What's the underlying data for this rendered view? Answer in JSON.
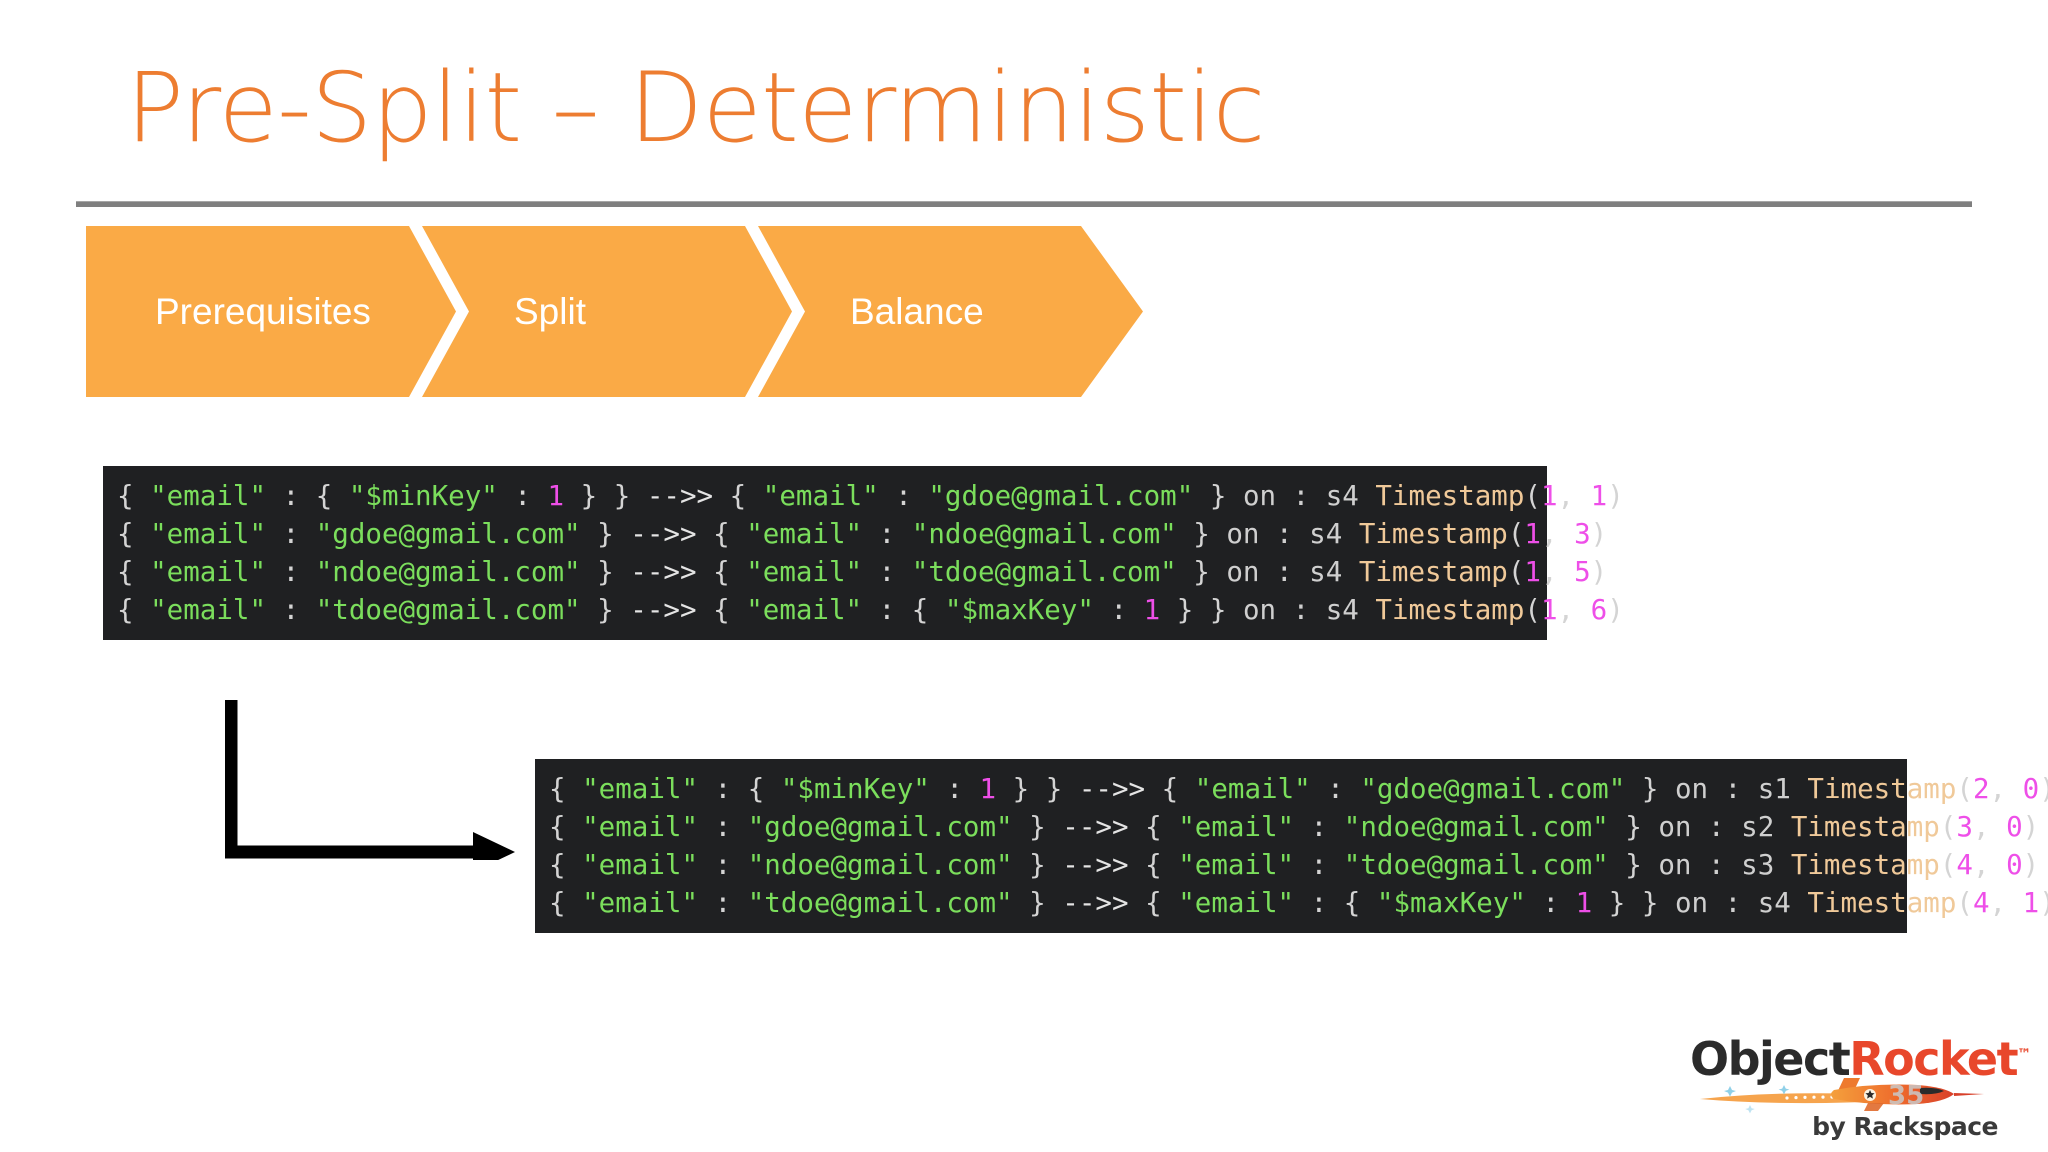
{
  "slide": {
    "title": "Pre-Split – Deterministic",
    "background_color": "#ffffff",
    "title_color": "#ED7D31",
    "rule_color": "#7F7F7F"
  },
  "process_banner": {
    "fill_color": "#FAAA46",
    "label_color": "#ffffff",
    "steps": [
      {
        "label": "Prerequisites"
      },
      {
        "label": "Split"
      },
      {
        "label": "Balance"
      }
    ]
  },
  "code_blocks": [
    {
      "name": "chunk-ranges-before-balance",
      "background": "#1F2022",
      "lines": [
        {
          "segments": [
            {
              "t": "{ ",
              "c": "punc"
            },
            {
              "t": "\"email\"",
              "c": "str"
            },
            {
              "t": " : { ",
              "c": "punc"
            },
            {
              "t": "\"$minKey\"",
              "c": "str"
            },
            {
              "t": " : ",
              "c": "punc"
            },
            {
              "t": "1",
              "c": "num"
            },
            {
              "t": " } } ",
              "c": "punc"
            },
            {
              "t": "-->> ",
              "c": "arrow"
            },
            {
              "t": "{ ",
              "c": "punc"
            },
            {
              "t": "\"email\"",
              "c": "str"
            },
            {
              "t": " : ",
              "c": "punc"
            },
            {
              "t": "\"gdoe@gmail.com\"",
              "c": "str"
            },
            {
              "t": " } ",
              "c": "punc"
            },
            {
              "t": "on : s4 ",
              "c": "plain"
            },
            {
              "t": "Timestamp",
              "c": "fn"
            },
            {
              "t": "(",
              "c": "punc"
            },
            {
              "t": "1",
              "c": "num"
            },
            {
              "t": ", ",
              "c": "punc"
            },
            {
              "t": "1",
              "c": "num"
            },
            {
              "t": ")",
              "c": "punc"
            }
          ]
        },
        {
          "segments": [
            {
              "t": "{ ",
              "c": "punc"
            },
            {
              "t": "\"email\"",
              "c": "str"
            },
            {
              "t": " : ",
              "c": "punc"
            },
            {
              "t": "\"gdoe@gmail.com\"",
              "c": "str"
            },
            {
              "t": " } ",
              "c": "punc"
            },
            {
              "t": "-->> ",
              "c": "arrow"
            },
            {
              "t": "{ ",
              "c": "punc"
            },
            {
              "t": "\"email\"",
              "c": "str"
            },
            {
              "t": " : ",
              "c": "punc"
            },
            {
              "t": "\"ndoe@gmail.com\"",
              "c": "str"
            },
            {
              "t": " } ",
              "c": "punc"
            },
            {
              "t": "on : s4 ",
              "c": "plain"
            },
            {
              "t": "Timestamp",
              "c": "fn"
            },
            {
              "t": "(",
              "c": "punc"
            },
            {
              "t": "1",
              "c": "num"
            },
            {
              "t": ", ",
              "c": "punc"
            },
            {
              "t": "3",
              "c": "num"
            },
            {
              "t": ")",
              "c": "punc"
            }
          ]
        },
        {
          "segments": [
            {
              "t": "{ ",
              "c": "punc"
            },
            {
              "t": "\"email\"",
              "c": "str"
            },
            {
              "t": " : ",
              "c": "punc"
            },
            {
              "t": "\"ndoe@gmail.com\"",
              "c": "str"
            },
            {
              "t": " } ",
              "c": "punc"
            },
            {
              "t": "-->> ",
              "c": "arrow"
            },
            {
              "t": "{ ",
              "c": "punc"
            },
            {
              "t": "\"email\"",
              "c": "str"
            },
            {
              "t": " : ",
              "c": "punc"
            },
            {
              "t": "\"tdoe@gmail.com\"",
              "c": "str"
            },
            {
              "t": " } ",
              "c": "punc"
            },
            {
              "t": "on : s4 ",
              "c": "plain"
            },
            {
              "t": "Timestamp",
              "c": "fn"
            },
            {
              "t": "(",
              "c": "punc"
            },
            {
              "t": "1",
              "c": "num"
            },
            {
              "t": ", ",
              "c": "punc"
            },
            {
              "t": "5",
              "c": "num"
            },
            {
              "t": ")",
              "c": "punc"
            }
          ]
        },
        {
          "segments": [
            {
              "t": "{ ",
              "c": "punc"
            },
            {
              "t": "\"email\"",
              "c": "str"
            },
            {
              "t": " : ",
              "c": "punc"
            },
            {
              "t": "\"tdoe@gmail.com\"",
              "c": "str"
            },
            {
              "t": " } ",
              "c": "punc"
            },
            {
              "t": "-->> ",
              "c": "arrow"
            },
            {
              "t": "{ ",
              "c": "punc"
            },
            {
              "t": "\"email\"",
              "c": "str"
            },
            {
              "t": " : { ",
              "c": "punc"
            },
            {
              "t": "\"$maxKey\"",
              "c": "str"
            },
            {
              "t": " : ",
              "c": "punc"
            },
            {
              "t": "1",
              "c": "num"
            },
            {
              "t": " } } ",
              "c": "punc"
            },
            {
              "t": "on : s4 ",
              "c": "plain"
            },
            {
              "t": "Timestamp",
              "c": "fn"
            },
            {
              "t": "(",
              "c": "punc"
            },
            {
              "t": "1",
              "c": "num"
            },
            {
              "t": ", ",
              "c": "punc"
            },
            {
              "t": "6",
              "c": "num"
            },
            {
              "t": ")",
              "c": "punc"
            }
          ]
        }
      ]
    },
    {
      "name": "chunk-ranges-after-balance",
      "background": "#1F2022",
      "lines": [
        {
          "segments": [
            {
              "t": "{ ",
              "c": "punc"
            },
            {
              "t": "\"email\"",
              "c": "str"
            },
            {
              "t": " : { ",
              "c": "punc"
            },
            {
              "t": "\"$minKey\"",
              "c": "str"
            },
            {
              "t": " : ",
              "c": "punc"
            },
            {
              "t": "1",
              "c": "num"
            },
            {
              "t": " } } ",
              "c": "punc"
            },
            {
              "t": "-->> ",
              "c": "arrow"
            },
            {
              "t": "{ ",
              "c": "punc"
            },
            {
              "t": "\"email\"",
              "c": "str"
            },
            {
              "t": " : ",
              "c": "punc"
            },
            {
              "t": "\"gdoe@gmail.com\"",
              "c": "str"
            },
            {
              "t": " } ",
              "c": "punc"
            },
            {
              "t": "on : s1 ",
              "c": "plain"
            },
            {
              "t": "Timestamp",
              "c": "fn"
            },
            {
              "t": "(",
              "c": "punc"
            },
            {
              "t": "2",
              "c": "num"
            },
            {
              "t": ", ",
              "c": "punc"
            },
            {
              "t": "0",
              "c": "num"
            },
            {
              "t": ")",
              "c": "punc"
            }
          ]
        },
        {
          "segments": [
            {
              "t": "{ ",
              "c": "punc"
            },
            {
              "t": "\"email\"",
              "c": "str"
            },
            {
              "t": " : ",
              "c": "punc"
            },
            {
              "t": "\"gdoe@gmail.com\"",
              "c": "str"
            },
            {
              "t": " } ",
              "c": "punc"
            },
            {
              "t": "-->> ",
              "c": "arrow"
            },
            {
              "t": "{ ",
              "c": "punc"
            },
            {
              "t": "\"email\"",
              "c": "str"
            },
            {
              "t": " : ",
              "c": "punc"
            },
            {
              "t": "\"ndoe@gmail.com\"",
              "c": "str"
            },
            {
              "t": " } ",
              "c": "punc"
            },
            {
              "t": "on : s2 ",
              "c": "plain"
            },
            {
              "t": "Timestamp",
              "c": "fn"
            },
            {
              "t": "(",
              "c": "punc"
            },
            {
              "t": "3",
              "c": "num"
            },
            {
              "t": ", ",
              "c": "punc"
            },
            {
              "t": "0",
              "c": "num"
            },
            {
              "t": ")",
              "c": "punc"
            }
          ]
        },
        {
          "segments": [
            {
              "t": "{ ",
              "c": "punc"
            },
            {
              "t": "\"email\"",
              "c": "str"
            },
            {
              "t": " : ",
              "c": "punc"
            },
            {
              "t": "\"ndoe@gmail.com\"",
              "c": "str"
            },
            {
              "t": " } ",
              "c": "punc"
            },
            {
              "t": "-->> ",
              "c": "arrow"
            },
            {
              "t": "{ ",
              "c": "punc"
            },
            {
              "t": "\"email\"",
              "c": "str"
            },
            {
              "t": " : ",
              "c": "punc"
            },
            {
              "t": "\"tdoe@gmail.com\"",
              "c": "str"
            },
            {
              "t": " } ",
              "c": "punc"
            },
            {
              "t": "on : s3 ",
              "c": "plain"
            },
            {
              "t": "Timestamp",
              "c": "fn"
            },
            {
              "t": "(",
              "c": "punc"
            },
            {
              "t": "4",
              "c": "num"
            },
            {
              "t": ", ",
              "c": "punc"
            },
            {
              "t": "0",
              "c": "num"
            },
            {
              "t": ")",
              "c": "punc"
            }
          ]
        },
        {
          "segments": [
            {
              "t": "{ ",
              "c": "punc"
            },
            {
              "t": "\"email\"",
              "c": "str"
            },
            {
              "t": " : ",
              "c": "punc"
            },
            {
              "t": "\"tdoe@gmail.com\"",
              "c": "str"
            },
            {
              "t": " } ",
              "c": "punc"
            },
            {
              "t": "-->> ",
              "c": "arrow"
            },
            {
              "t": "{ ",
              "c": "punc"
            },
            {
              "t": "\"email\"",
              "c": "str"
            },
            {
              "t": " : { ",
              "c": "punc"
            },
            {
              "t": "\"$maxKey\"",
              "c": "str"
            },
            {
              "t": " : ",
              "c": "punc"
            },
            {
              "t": "1",
              "c": "num"
            },
            {
              "t": " } } ",
              "c": "punc"
            },
            {
              "t": "on : s4 ",
              "c": "plain"
            },
            {
              "t": "Timestamp",
              "c": "fn"
            },
            {
              "t": "(",
              "c": "punc"
            },
            {
              "t": "4",
              "c": "num"
            },
            {
              "t": ", ",
              "c": "punc"
            },
            {
              "t": "1",
              "c": "num"
            },
            {
              "t": ")",
              "c": "punc"
            }
          ]
        }
      ]
    }
  ],
  "connector": {
    "shape": "elbow-arrow-down-right",
    "color": "#000000"
  },
  "logo": {
    "word_one": "Object",
    "word_two": "Rocket",
    "trademark": "™",
    "badge_number": "35",
    "tagline": "by Rackspace",
    "word_one_color": "#2B2B2B",
    "word_two_color": "#E8472B"
  }
}
